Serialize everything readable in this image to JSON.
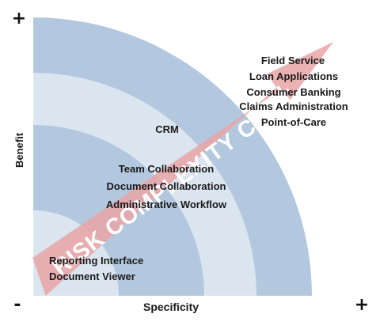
{
  "axes": {
    "y_label": "Benefit",
    "x_label": "Specificity",
    "y_plus": "+",
    "x_plus": "+",
    "origin_minus": "-"
  },
  "arrow": {
    "text": "RISK COMPLEXITY COST",
    "color": "#e8a5a6"
  },
  "bands": {
    "dark_color": "#b3c8df",
    "light_color": "#dbe5f0"
  },
  "groups": {
    "outer": [
      "Field Service",
      "Loan Applications",
      "Consumer Banking",
      "Claims Administration",
      "Point-of-Care"
    ],
    "middle": [
      "CRM"
    ],
    "inner": [
      "Team Collaboration",
      "Document Collaboration",
      "Administrative Workflow"
    ],
    "core": [
      "Reporting Interface",
      "Document Viewer"
    ]
  }
}
